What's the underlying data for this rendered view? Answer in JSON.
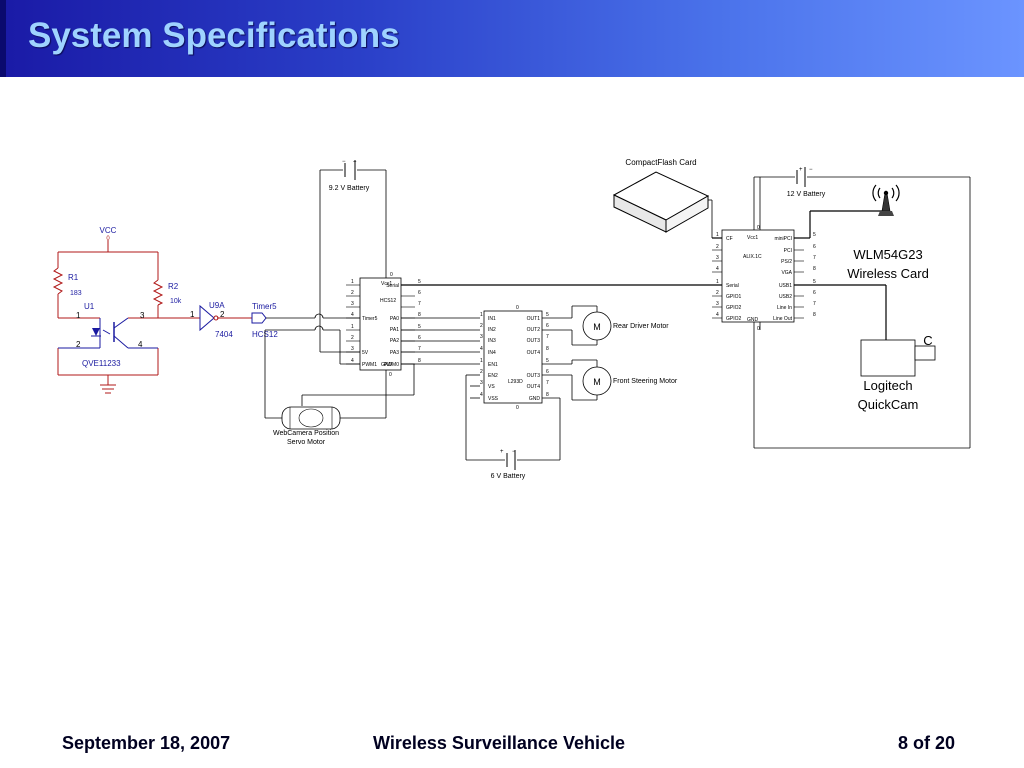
{
  "slide": {
    "title": "System Specifications",
    "footer_date": "September 18, 2007",
    "footer_center": "Wireless Surveillance Vehicle",
    "footer_page": "8 of 20"
  },
  "colors": {
    "header_start": "#1a1aa6",
    "header_end": "#6b94ff",
    "title_text": "#9fd3ff",
    "schematic_red": "#b01818",
    "schematic_blue": "#1a1aa0",
    "wire": "#000000"
  },
  "schematic": {
    "sensor": {
      "vcc": "VCC",
      "vcc_pin": "0",
      "r1_name": "R1",
      "r1_value": "183",
      "r2_name": "R2",
      "r2_value": "10k",
      "u1": "U1",
      "u1_pin1": "1",
      "u1_pin2": "2",
      "u1_pin3": "3",
      "u1_pin4": "4",
      "u1_part": "QVE11233",
      "inv_name": "U9A",
      "inv_pin_in": "1",
      "inv_pin_out": "2",
      "inv_part": "7404",
      "timer_label": "Timer5",
      "timer_target": "HCS12"
    },
    "battery_92": {
      "label": "9.2 V Battery",
      "minus": "−",
      "plus": "+"
    },
    "battery_12": {
      "label": "12 V Battery",
      "minus": "−",
      "plus": "+"
    },
    "battery_6": {
      "label": "6 V Battery",
      "minus": "−",
      "plus": "+"
    },
    "hcs12": {
      "name": "HCS12",
      "vcc": "Vcc1",
      "vcc_pin": "0",
      "gnd_pin": "0",
      "left_pins": [
        "1",
        "2",
        "3",
        "4",
        "1",
        "2",
        "3",
        "4"
      ],
      "right_pins": [
        "5",
        "6",
        "7",
        "8",
        "5",
        "6",
        "7",
        "8"
      ],
      "labels": [
        "Serial",
        "Timer5",
        "PA0",
        "PA1",
        "PA2",
        "PA3",
        "5V",
        "PWM1",
        "GND",
        "PWM0"
      ]
    },
    "l293d": {
      "name": "L293D",
      "top_pin": "0",
      "bottom_pin": "0",
      "left_labels": [
        "IN1",
        "IN2",
        "IN3",
        "IN4",
        "EN1",
        "EN2",
        "VS",
        "VSS"
      ],
      "right_labels": [
        "OUT1",
        "OUT2",
        "OUT3",
        "OUT4",
        "OUT3",
        "OUT4",
        "GND"
      ],
      "left_pins": [
        "1",
        "2",
        "3",
        "4",
        "1",
        "2",
        "3",
        "4"
      ],
      "right_pins": [
        "5",
        "6",
        "7",
        "8",
        "5",
        "6",
        "7",
        "8"
      ]
    },
    "motors": {
      "symbol": "M",
      "rear": "Rear Driver Motor",
      "front": "Front Steering Motor",
      "servo": "WebCamera Position",
      "servo_line2": "Servo Motor"
    },
    "alix": {
      "name": "ALIX.1C",
      "vcc": "Vcc1",
      "vcc_pin": "0",
      "gnd": "GND",
      "gnd_pin": "0",
      "left_labels": [
        "CF",
        "Serial",
        "GPIO1",
        "GPIO2",
        "GPIO2"
      ],
      "right_labels": [
        "miniPCI",
        "PCI",
        "PS/2",
        "VGA",
        "USB1",
        "USB2",
        "Line In",
        "Line Out"
      ],
      "left_pins": [
        "1",
        "2",
        "3",
        "4",
        "1",
        "2",
        "3",
        "4"
      ],
      "right_pins": [
        "5",
        "6",
        "7",
        "8",
        "5",
        "6",
        "7",
        "8"
      ]
    },
    "compactflash": "CompactFlash Card",
    "wireless_card_line1": "WLM54G23",
    "wireless_card_line2": "Wireless Card",
    "camera_line1": "Logitech",
    "camera_line2": "QuickCam",
    "camera_tag": "C"
  }
}
